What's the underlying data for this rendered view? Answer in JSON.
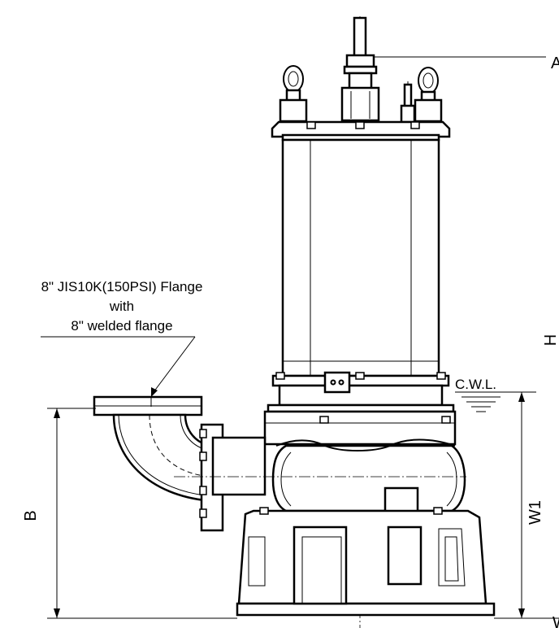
{
  "drawing": {
    "flange_note": {
      "line1": "8\" JIS10K(150PSI) Flange",
      "line2": "with",
      "line3": "8\" welded flange"
    },
    "water_level_label": "C.W.L.",
    "dimensions": {
      "height": "H",
      "discharge_height": "B",
      "water_level_height": "W1"
    },
    "edge_marks": {
      "top_right": "A",
      "bottom_right": "W"
    }
  }
}
